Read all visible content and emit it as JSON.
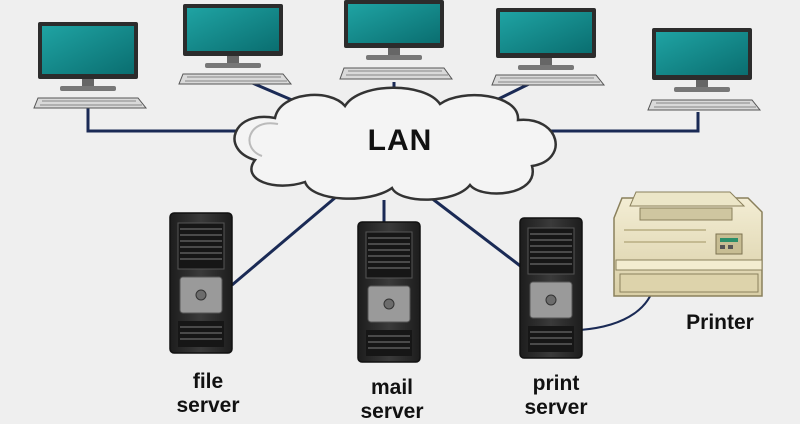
{
  "network": {
    "cloud_label": "LAN",
    "servers": [
      {
        "label_line1": "file",
        "label_line2": "server"
      },
      {
        "label_line1": "mail",
        "label_line2": "server"
      },
      {
        "label_line1": "print",
        "label_line2": "server"
      }
    ],
    "printer_label": "Printer"
  },
  "colors": {
    "background": "#efefef",
    "screen": "#0e8a8a",
    "monitor_frame": "#2c2c2c",
    "link": "#1a2a55",
    "cloud_fill": "#f4f4f4",
    "printer_body": "#e7dfbe"
  },
  "icons": [
    "desktop-computer-icon",
    "cloud-icon",
    "tower-server-icon",
    "printer-icon"
  ]
}
